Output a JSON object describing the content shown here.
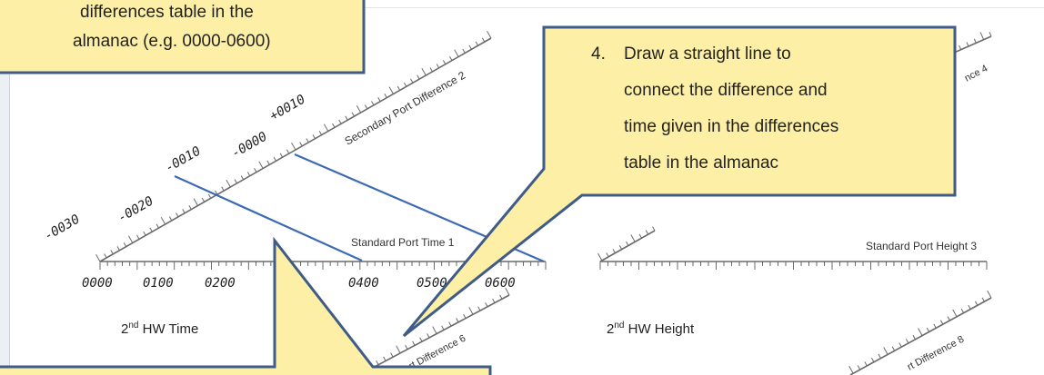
{
  "colors": {
    "callout_fill": "#fdf0a6",
    "callout_border": "#3f5b87",
    "construction_line": "#3d6ab3",
    "scale": "#6a6a6a"
  },
  "callout_top_left": {
    "line1": "differences table in the",
    "line2": "almanac (e.g. 0000-0600)"
  },
  "callout_step4": {
    "number": "4.",
    "line1": "Draw a straight line to",
    "line2": "connect the difference and",
    "line3": "time given in the differences",
    "line4": "table in the almanac"
  },
  "time_nomogram": {
    "diagonal_label": "Secondary Port Difference 2",
    "baseline_label": "Standard Port Time 1",
    "diagonal_ticks": [
      "-0030",
      "-0020",
      "-0010",
      "-0000",
      "+0010"
    ],
    "baseline_ticks": [
      "0000",
      "0100",
      "0200",
      "0400",
      "0500",
      "0600"
    ],
    "result_label": "2nd HW Time",
    "result_label_main": "2",
    "result_label_sup": "nd",
    "result_label_rest": " HW Time",
    "lower_scale_label": "rt Difference 6"
  },
  "height_nomogram": {
    "upper_scale_label": "nce 4",
    "baseline_label": "Standard Port Height 3",
    "result_label_main": "2",
    "result_label_sup": "nd",
    "result_label_rest": " HW Height",
    "lower_scale_label": "rt Difference 8"
  }
}
